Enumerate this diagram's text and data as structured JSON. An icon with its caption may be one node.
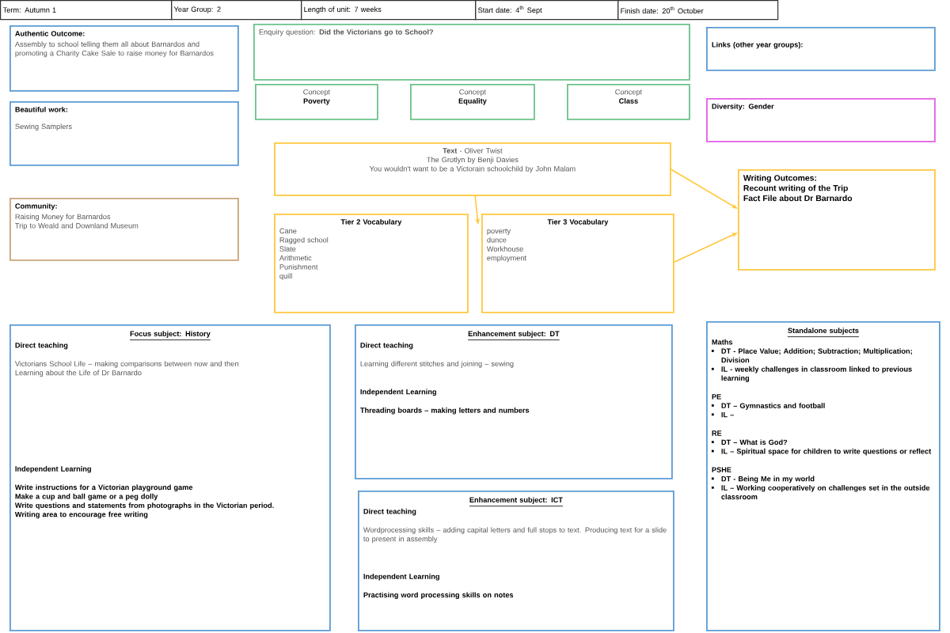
{
  "diagram": {
    "nodes": [
      {
        "text": [
          "Authentic Outcome:",
          "Assembly to school telling them all about Barnardos and promoting a Charity Cake Sale to raise money for Barnardos"
        ]
      },
      {
        "text": [
          "Enquiry question: **Did the Victorians go to School?**"
        ]
      },
      {
        "text": [
          "Links (other year groups):"
        ]
      },
      {
        "text": [
          "Concept",
          "Poverty"
        ]
      },
      {
        "text": [
          "Concept",
          "Equality"
        ]
      },
      {
        "text": [
          "Concept",
          "Class"
        ]
      },
      {
        "text": [
          "Beautiful work:",
          "Sewing Samplers"
        ]
      },
      {
        "text": [
          "Diversity: Gender"
        ]
      },
      {
        "text": [
          "**Text** - Oliver Twist",
          "The Grotlyn by Benji Davies",
          "You wouldn't want to be a Victorain schoolchild by John Malam"
        ]
      },
      {
        "text": [
          "Community:",
          "Raising Money for Barnardos",
          "Trip to Weald and Downland Museum"
        ]
      },
      {
        "text": [
          "Tier 2 Vocabulary",
          "Cane",
          "Ragged school",
          "Slate",
          "Arithmetic",
          "Punishment",
          "quill"
        ]
      },
      {
        "text": [
          "Tier 3 Vocabulary",
          "poverty",
          "dunce",
          "Workhouse",
          "employment"
        ]
      },
      {
        "text": [
          "Writing Outcomes:",
          "Recount writing of the Trip",
          "Fact File about Dr Barnardo"
        ]
      },
      {
        "text": [
          "Focus subject: History",
          "Direct teaching",
          "Victorians School Life – making comparisons between now and then",
          "Learning about the Life of Dr Barnardo",
          "Independent Learning",
          "Write instructions for a Victorian playground game",
          "Make a cup and ball game or a peg dolly",
          "Write questions and statements from photographs in the Victorian period.",
          "Writing area to encourage free writing"
        ]
      },
      {
        "text": [
          "Enhancement subject: DT",
          "Direct teaching",
          "Learning different stitches and joining – sewing",
          "Independent Learning",
          "Threading boards – making letters and numbers"
        ]
      },
      {
        "text": [
          "Enhancement subject: ICT",
          "Direct teaching",
          "Wordprocessing skills – adding capital letters and full stops to text. Producing text for a slide to present in assembly",
          "Independent Learning",
          "Practising word processing skills on notes"
        ]
      },
      {
        "text": [
          "Standalone subjects",
          "Maths",
          "DT - Place Value; Addition; Subtraction; Multiplication; Division",
          "IL - weekly challenges in classroom linked to previous learning",
          "PE",
          "DT – Gymnastics and football",
          "IL –",
          "RE",
          "DT – What is God?",
          "IL – Spiritual space for children to write questions or reflect",
          "PSHE",
          "DT - Being Me in my world",
          "IL – Working cooperatively on challenges set in the outside classroom"
        ]
      }
    ],
    "edges": [
      {
        "from": 8,
        "to": 11,
        "arrow": "to"
      },
      {
        "from": 8,
        "to": 12,
        "arrow": "to"
      },
      {
        "from": 11,
        "to": 12,
        "arrow": "to"
      }
    ],
    "labels": [
      "Term: Autumn 1",
      "Year Group: 2",
      "Length of unit: 7 weeks",
      "Start date: 4$^{th}$ Sept",
      "Finish date: 20$^{th}$ October"
    ]
  }
}
